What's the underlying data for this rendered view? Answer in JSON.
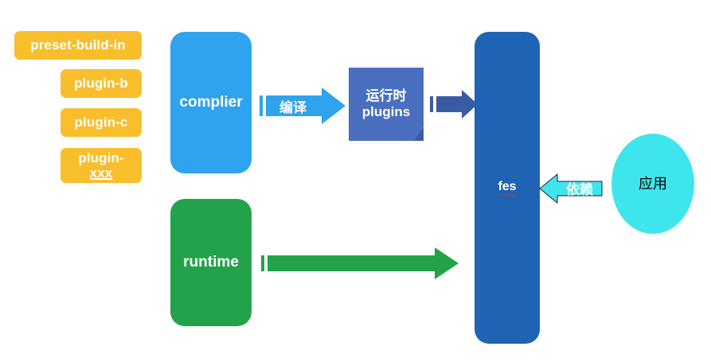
{
  "diagram": {
    "title": "fes architecture flow diagram",
    "background": "#ffffff",
    "colors": {
      "orange": "#F9BE2C",
      "light_blue": "#2FA3EE",
      "mid_blue": "#4A6FC0",
      "dark_blue": "#1F63B5",
      "green": "#22A34A",
      "cyan": "#3FE5EC",
      "text_light": "#ffffff",
      "text_dark": "#000000",
      "spellcheck_red": "#e8342a"
    },
    "plugins": [
      {
        "label": "preset-build-in",
        "underlined_part": ""
      },
      {
        "label": "plugin-b",
        "underlined_part": ""
      },
      {
        "label": "plugin-c",
        "underlined_part": ""
      },
      {
        "label": "plugin-",
        "underlined_part": "xxx"
      }
    ],
    "nodes": {
      "complier": "complier",
      "runtime": "runtime",
      "runtime_plugins_line1": "运行时",
      "runtime_plugins_line2": "plugins",
      "fes": "fes",
      "app": "应用"
    },
    "arrows": {
      "compile": "编译",
      "plugins_to_fes": "",
      "runtime_to_fes": "",
      "depend": "依赖"
    }
  }
}
